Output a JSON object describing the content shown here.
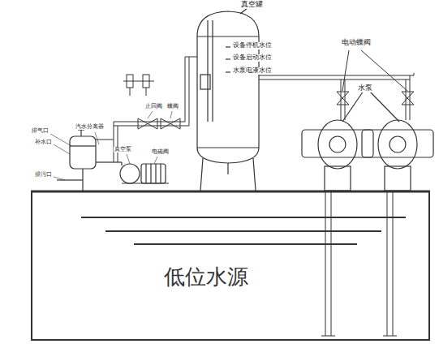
{
  "diagram": {
    "nodes": [
      {
        "text": [
          "低位水源"
        ]
      }
    ],
    "labels": [
      "真空罐",
      "设备停机水位",
      "设备启动水位",
      "水泵电液水位",
      "电动蝶阀",
      "水泵",
      "汽水分离器",
      "排气口",
      "补水口",
      "排污口",
      "止回阀",
      "蝶阀",
      "真空泵",
      "电磁阀"
    ]
  }
}
